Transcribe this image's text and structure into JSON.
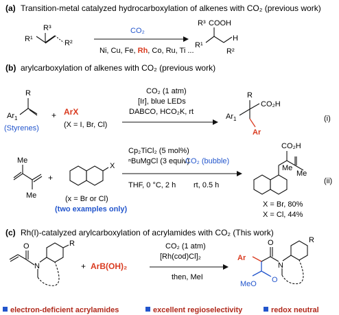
{
  "sections": [
    {
      "letter": "(a)",
      "heading": "Transition-metal catalyzed hydrocarboxylation of alkenes with CO₂ (previous work)"
    },
    {
      "letter": "(b)",
      "heading": "arylcarboxylation of  alkenes with CO₂ (previous work)"
    },
    {
      "letter": "(c)",
      "heading": "Rh(I)-catalyzed arylcarboxylation of  acrylamides with CO₂ (This work)"
    }
  ],
  "schemeA": {
    "above_arrow": "CO₂",
    "metals_before": "Ni, Cu, Fe, ",
    "metal_highlight": "Rh",
    "metals_after": ", Co, Ru, Ti ...",
    "labels": {
      "r3": "R³",
      "r1": "R¹",
      "r2": "R²",
      "cooh": "COOH",
      "h": "H"
    }
  },
  "schemeB1": {
    "reagent": "ArX",
    "reagent_note": "(X = I, Br, Cl)",
    "styrenes": "(Styrenes)",
    "plus": "+",
    "conditions": [
      "CO₂ (1 atm)",
      "[Ir], blue LEDs",
      "DABCO, HCO₂K, rt"
    ],
    "product_labels": {
      "r": "R",
      "co2h": "CO₂H",
      "ar": "Ar"
    },
    "label": "(i)"
  },
  "schemeB2": {
    "conditions_step1": [
      "Cp₂TiCl₂ (5 mol%)",
      "ⁿBuMgCl (3 equiv)",
      "THF, 0 °C, 2 h"
    ],
    "conditions_step2": [
      "CO₂ (bubble)",
      "rt, 0.5 h"
    ],
    "x_note": "(x = Br or Cl)",
    "two_examples": "(two examples only)",
    "yields": [
      "X = Br, 80%",
      "X = Cl, 44%"
    ],
    "labels": {
      "me": "Me",
      "x": "X",
      "co2h": "CO₂H"
    },
    "label": "(ii)"
  },
  "schemeC": {
    "reagent": "ArB(OH)₂",
    "conditions": [
      "CO₂ (1 atm)",
      "[Rh(cod)Cl]₂"
    ],
    "below_arrow": "then, MeI",
    "labels": {
      "n": "N",
      "o": "O",
      "r": "R",
      "meo": "MeO",
      "ar": "Ar"
    }
  },
  "footer_tags": [
    "electron-deficient acrylamides",
    "excellent regioselectivity",
    "redox neutral"
  ],
  "colors": {
    "blue": "#2255cc",
    "red": "#d93a1f",
    "darkred": "#b0281a",
    "black": "#111111"
  }
}
